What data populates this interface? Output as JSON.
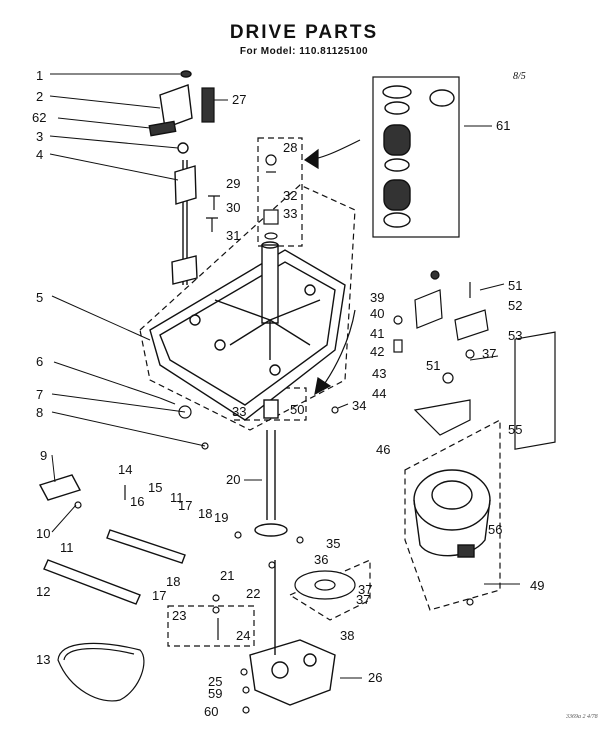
{
  "header": {
    "title": "DRIVE PARTS",
    "model_line": "For Model: 110.81125100"
  },
  "corner_note": "8/5",
  "footer_code": "3369a 2 4/78",
  "callouts": [
    "1",
    "2",
    "62",
    "3",
    "4",
    "5",
    "6",
    "7",
    "8",
    "9",
    "10",
    "11",
    "12",
    "13",
    "14",
    "15",
    "16",
    "11",
    "17",
    "18",
    "17",
    "18",
    "19",
    "20",
    "21",
    "22",
    "23",
    "24",
    "25",
    "59",
    "60",
    "26",
    "27",
    "28",
    "29",
    "30",
    "31",
    "32",
    "33",
    "33",
    "50",
    "34",
    "35",
    "36",
    "37",
    "37",
    "38",
    "39",
    "40",
    "41",
    "42",
    "43",
    "44",
    "46",
    "49",
    "51",
    "52",
    "53",
    "37",
    "55",
    "56",
    "61"
  ]
}
